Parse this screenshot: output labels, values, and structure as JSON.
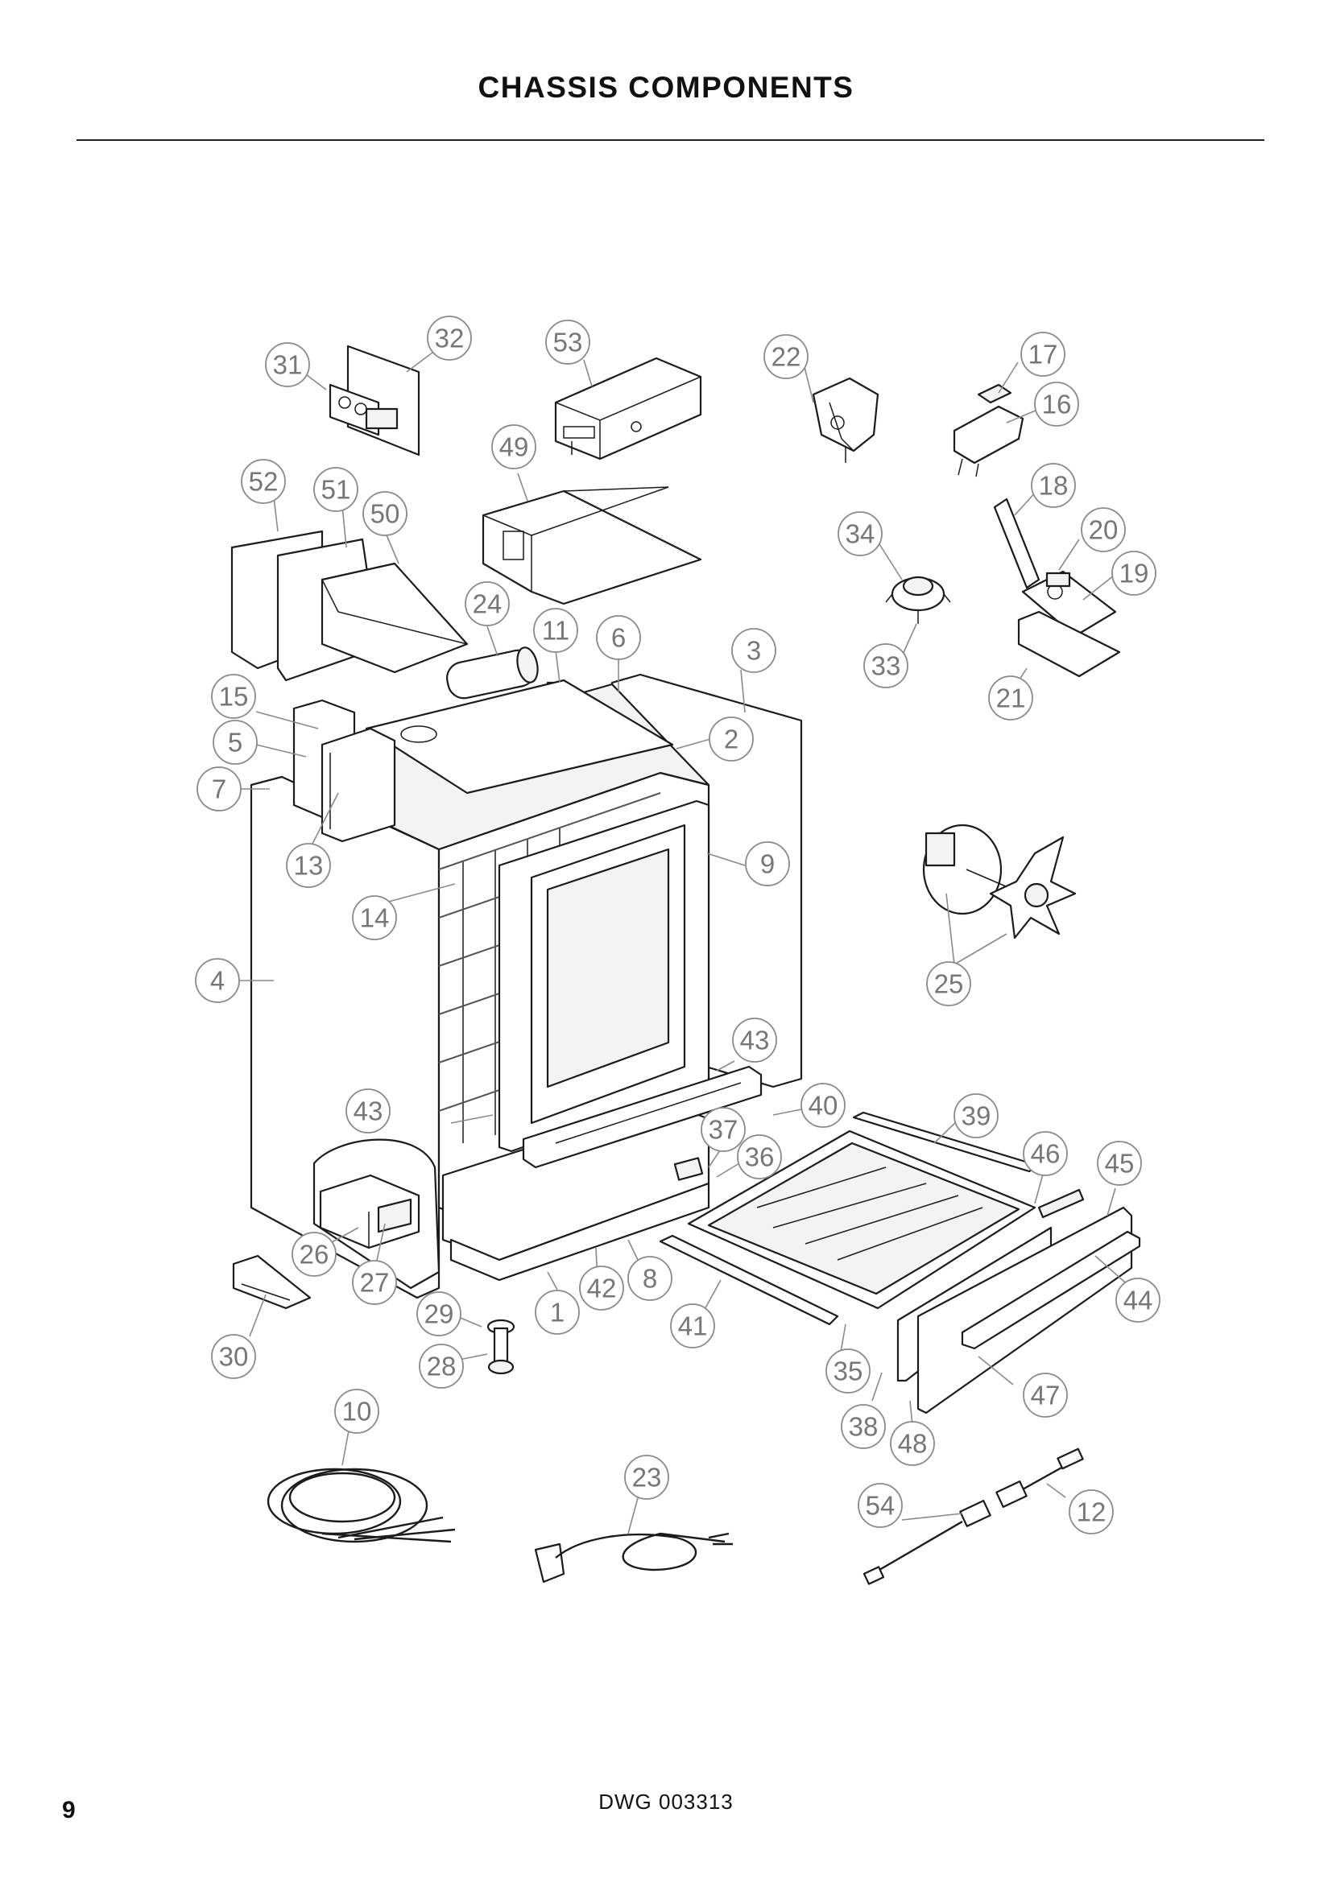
{
  "header": {
    "title": "CHASSIS COMPONENTS"
  },
  "footer": {
    "page_number": "9",
    "drawing_number": "DWG 003313"
  },
  "callouts": [
    {
      "label": "1"
    },
    {
      "label": "2"
    },
    {
      "label": "3"
    },
    {
      "label": "4"
    },
    {
      "label": "5"
    },
    {
      "label": "6"
    },
    {
      "label": "7"
    },
    {
      "label": "8"
    },
    {
      "label": "9"
    },
    {
      "label": "10"
    },
    {
      "label": "11"
    },
    {
      "label": "12"
    },
    {
      "label": "13"
    },
    {
      "label": "14"
    },
    {
      "label": "15"
    },
    {
      "label": "16"
    },
    {
      "label": "17"
    },
    {
      "label": "18"
    },
    {
      "label": "19"
    },
    {
      "label": "20"
    },
    {
      "label": "21"
    },
    {
      "label": "22"
    },
    {
      "label": "23"
    },
    {
      "label": "24"
    },
    {
      "label": "25"
    },
    {
      "label": "26"
    },
    {
      "label": "27"
    },
    {
      "label": "28"
    },
    {
      "label": "29"
    },
    {
      "label": "30"
    },
    {
      "label": "31"
    },
    {
      "label": "32"
    },
    {
      "label": "33"
    },
    {
      "label": "34"
    },
    {
      "label": "35"
    },
    {
      "label": "36"
    },
    {
      "label": "37"
    },
    {
      "label": "38"
    },
    {
      "label": "39"
    },
    {
      "label": "40"
    },
    {
      "label": "41"
    },
    {
      "label": "42"
    },
    {
      "label": "43"
    },
    {
      "label": "43"
    },
    {
      "label": "44"
    },
    {
      "label": "45"
    },
    {
      "label": "46"
    },
    {
      "label": "47"
    },
    {
      "label": "48"
    },
    {
      "label": "49"
    },
    {
      "label": "50"
    },
    {
      "label": "51"
    },
    {
      "label": "52"
    },
    {
      "label": "53"
    },
    {
      "label": "54"
    }
  ]
}
